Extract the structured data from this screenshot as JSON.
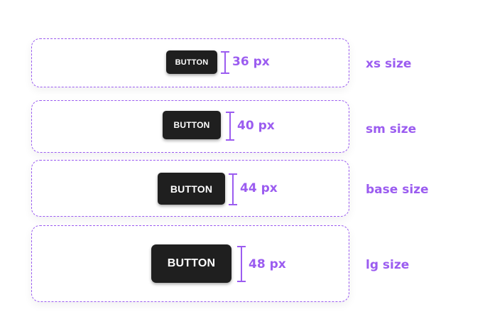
{
  "colors": {
    "accent": "#9b5cf0",
    "button_bg": "#1f1f1f",
    "button_text": "#ffffff"
  },
  "rows": [
    {
      "button_label": "BUTTON",
      "measure": "36 px",
      "size_label": "xs size"
    },
    {
      "button_label": "BUTTON",
      "measure": "40 px",
      "size_label": "sm size"
    },
    {
      "button_label": "BUTTON",
      "measure": "44 px",
      "size_label": "base size"
    },
    {
      "button_label": "BUTTON",
      "measure": "48 px",
      "size_label": "lg size"
    }
  ]
}
